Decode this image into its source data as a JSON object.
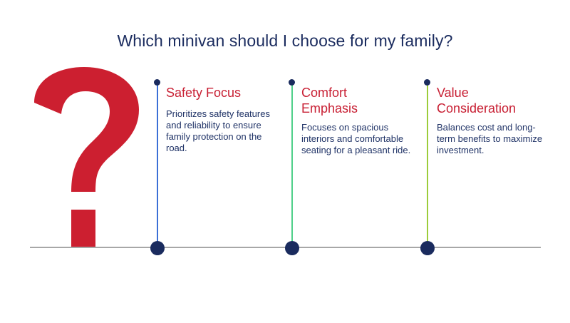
{
  "title": "Which minivan should I choose for my family?",
  "colors": {
    "title": "#1a2b5e",
    "heading": "#c81f33",
    "question_mark": "#cc1f30",
    "dot": "#1a2b5e",
    "baseline": "#a7a7a7"
  },
  "question_mark_icon": "question-mark-icon",
  "items": [
    {
      "heading": "Safety Focus",
      "description": "Prioritizes safety features and reliability to ensure family protection on the road.",
      "line_color": "#3b6fd6"
    },
    {
      "heading": "Comfort Emphasis",
      "description": "Focuses on spacious interiors and comfortable seating for a pleasant ride.",
      "line_color": "#4fd08a"
    },
    {
      "heading": "Value Consideration",
      "description": "Balances cost and long-term benefits to maximize investment.",
      "line_color": "#9ccc3a"
    }
  ]
}
